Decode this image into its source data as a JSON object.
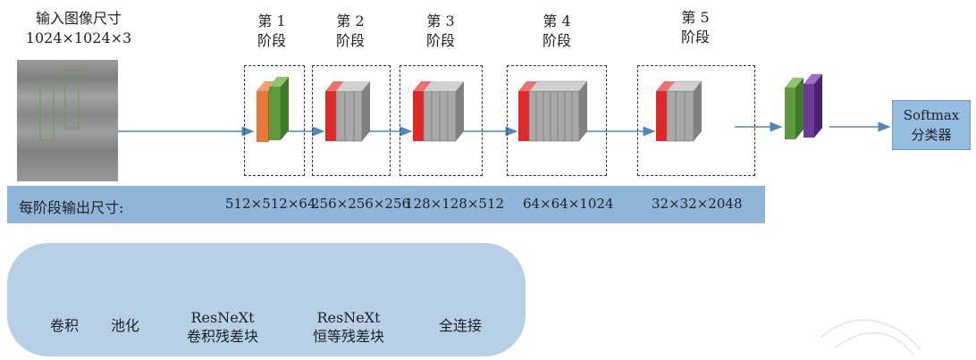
{
  "input": {
    "title": "输入图像尺寸",
    "size": "1024×1024×3"
  },
  "stages": [
    {
      "line1": "第 1",
      "line2": "阶段",
      "output": "512×512×64"
    },
    {
      "line1": "第 2",
      "line2": "阶段",
      "output": "256×256×256"
    },
    {
      "line1": "第 3",
      "line2": "阶段",
      "output": "128×128×512"
    },
    {
      "line1": "第 4",
      "line2": "阶段",
      "output": "64×64×1024"
    },
    {
      "line1": "第 5",
      "line2": "阶段",
      "output": "32×32×2048"
    }
  ],
  "output_bar_label": "每阶段输出尺寸:",
  "classifier": {
    "line1": "Softmax",
    "line2": "分类器"
  },
  "legend": [
    {
      "label1": "卷积",
      "label2": "",
      "color": "#e8773a"
    },
    {
      "label1": "池化",
      "label2": "",
      "color": "#5e9a3f"
    },
    {
      "label1": "ResNeXt",
      "label2": "卷积残差块",
      "color": "#e02828"
    },
    {
      "label1": "ResNeXt",
      "label2": "恒等残差块",
      "color": "#9a9a9a"
    },
    {
      "label1": "全连接",
      "label2": "",
      "color": "#6a3a9a"
    }
  ],
  "colors": {
    "arrow": "#4f86c0",
    "bar": "#8fb6d9",
    "legend_bg": "#b7d0e8"
  }
}
